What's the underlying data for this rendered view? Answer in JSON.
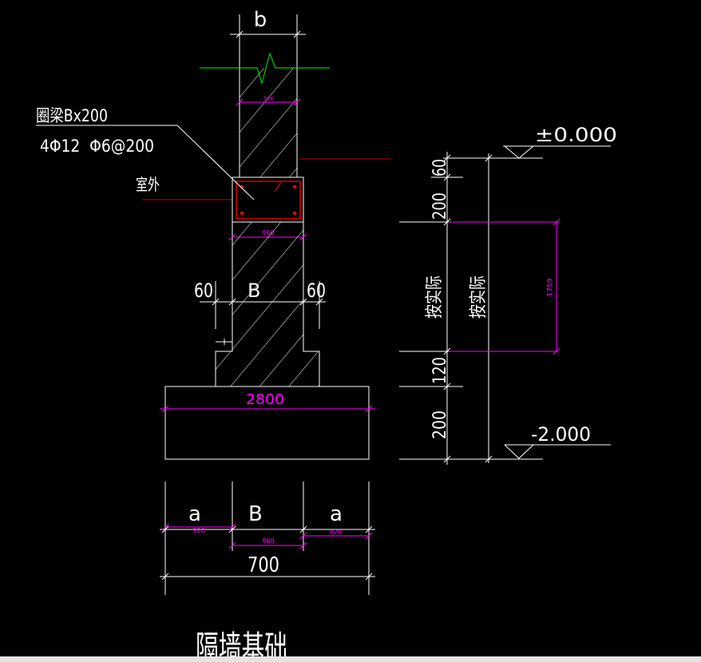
{
  "colors": {
    "background": "#000000",
    "line": "#ffffff",
    "dimension": "#ff00ff",
    "rebar": "#ff0000",
    "leader_red": "#c80000",
    "grade_line": "#00cc00"
  },
  "top": {
    "width_label": "b",
    "width_small": "766"
  },
  "beam": {
    "label": "圈梁Bx200",
    "rebar": "4Φ12  Φ6@200",
    "width_small": "960"
  },
  "outside_label": "室外",
  "wall_step": {
    "left": "60",
    "middle": "B",
    "right": "60"
  },
  "footing": {
    "width": "2800"
  },
  "elevations": {
    "top": "±0.000",
    "bottom": "-2.000"
  },
  "vertical_dims": {
    "d1": "60",
    "d2": "200",
    "d3": "按实际",
    "d4": "120",
    "d5": "200",
    "overall": "按实际",
    "magenta": "1759"
  },
  "bottom_dims": {
    "left": "a",
    "middle": "B",
    "right": "a",
    "left_small": "920",
    "middle_small": "960",
    "right_small": "920",
    "total": "700"
  },
  "title": "隔墙基础"
}
